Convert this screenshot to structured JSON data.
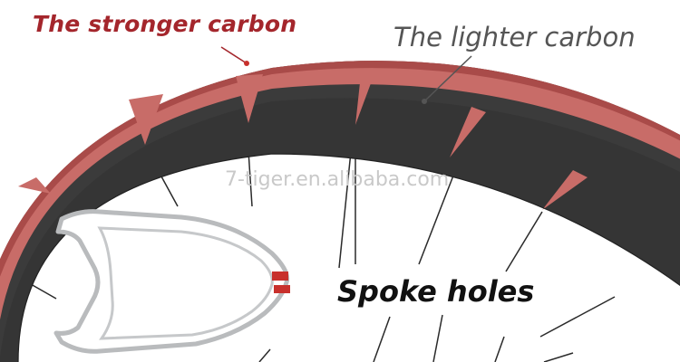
{
  "labels": {
    "stronger_carbon": "The stronger carbon",
    "lighter_carbon": "The lighter carbon",
    "spoke_holes": "Spoke holes"
  },
  "watermark": "7-tiger.en.alibaba.com",
  "colors": {
    "stronger_text": "#a4262c",
    "lighter_text": "#555555",
    "rim_dark": "#353535",
    "reinforcement": "#c86c68",
    "watermark": "#c9c9c9"
  }
}
